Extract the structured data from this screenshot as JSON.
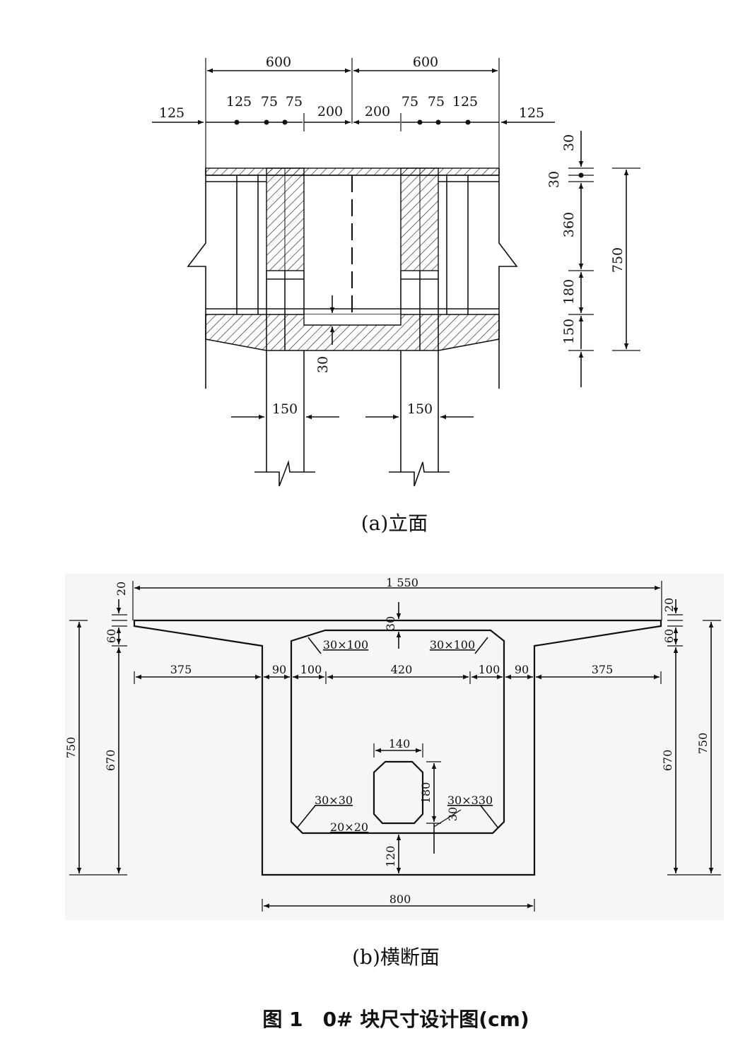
{
  "elevation": {
    "top_dims": [
      "600",
      "600"
    ],
    "row2": [
      "125",
      "125",
      "75",
      "75",
      "200",
      "200",
      "75",
      "75",
      "125",
      "125"
    ],
    "right_dims": [
      "30",
      "30",
      "360",
      "180",
      "150"
    ],
    "total_height": "750",
    "inner_30": "30",
    "pier_widths": [
      "150",
      "150"
    ],
    "caption": "(a)立面"
  },
  "section": {
    "overall_width": "1 550",
    "top_offsets": [
      "20",
      "20"
    ],
    "top_thickness": "30",
    "flange_taper": [
      "60",
      "60"
    ],
    "fillets_top": [
      "30×100",
      "30×100"
    ],
    "widths": [
      "375",
      "90",
      "100",
      "420",
      "100",
      "90",
      "375"
    ],
    "heights_left": [
      "750",
      "670"
    ],
    "heights_right": [
      "670",
      "750"
    ],
    "manhole_width": "140",
    "manhole_height": "180",
    "manhole_chamfer": "30",
    "fillets_bottom": [
      "30×30",
      "20×20",
      "30×330"
    ],
    "bottom_thickness": "120",
    "bottom_width": "800",
    "caption": "(b)横断面"
  },
  "figure_title": "图 1　0# 块尺寸设计图(cm)"
}
